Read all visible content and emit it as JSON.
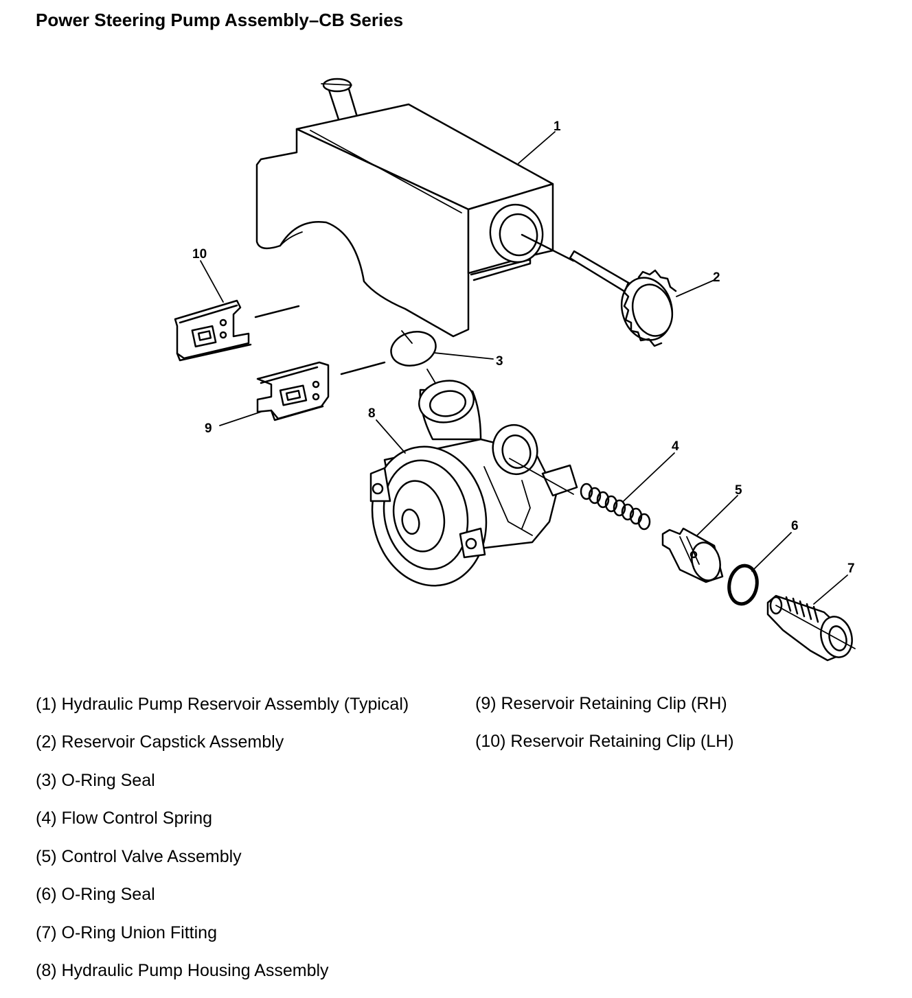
{
  "title": "Power Steering Pump Assembly–CB Series",
  "callouts": [
    "1",
    "2",
    "3",
    "4",
    "5",
    "6",
    "7",
    "8",
    "9",
    "10"
  ],
  "legend": [
    "(1) Hydraulic Pump Reservoir Assembly (Typical)",
    "(2) Reservoir Capstick Assembly",
    "(3) O-Ring Seal",
    "(4) Flow Control Spring",
    "(5) Control Valve Assembly",
    "(6) O-Ring Seal",
    "(7) O-Ring Union Fitting",
    "(8) Hydraulic Pump Housing Assembly",
    "(9) Reservoir Retaining Clip (RH)",
    "(10) Reservoir Retaining Clip (LH)"
  ]
}
